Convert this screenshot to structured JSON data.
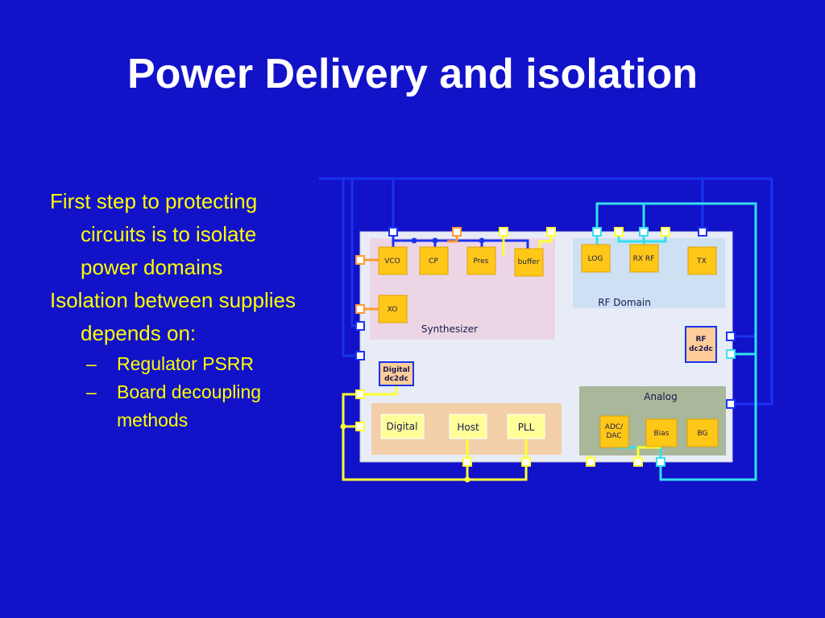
{
  "title": "Power Delivery and isolation",
  "bullets": [
    {
      "level": 1,
      "text": "First step to protecting circuits is to isolate power domains"
    },
    {
      "level": 1,
      "text": "Isolation between supplies depends on:"
    },
    {
      "level": 2,
      "dash": "–",
      "text": "Regulator PSRR"
    },
    {
      "level": 2,
      "dash": "–",
      "text": "Board decoupling methods"
    }
  ],
  "diagram": {
    "regions": {
      "synthesizer": "Synthesizer",
      "rf_domain": "RF Domain",
      "analog": "Analog"
    },
    "blocks": {
      "vco": "VCO",
      "cp": "CP",
      "pres": "Pres",
      "buffer": "buffer",
      "xo": "XO",
      "log": "LOG",
      "rxrf": "RX RF",
      "tx": "TX",
      "rf_dc2dc_1": "RF",
      "rf_dc2dc_2": "dc2dc",
      "dig_dc2dc_1": "Digital",
      "dig_dc2dc_2": "dc2dc",
      "digital": "Digital",
      "host": "Host",
      "pll": "PLL",
      "adc_1": "ADC/",
      "adc_2": "DAC",
      "bias": "Bias",
      "bg": "BG"
    },
    "colors": {
      "background": "#1212c9",
      "chip": "#e8ecf6",
      "synthesizer_region": "#ecd6e6",
      "rf_region": "#cde0f4",
      "analog_region": "#a9b79a",
      "digital_region": "#f2cfa8",
      "block": "#ffc819",
      "supply_blue": "#1a33f0",
      "supply_cyan": "#33e0ee",
      "supply_yellow": "#ffff33",
      "supply_orange": "#ff9a33",
      "dc2dc_fill": "#ffcc9a"
    }
  }
}
